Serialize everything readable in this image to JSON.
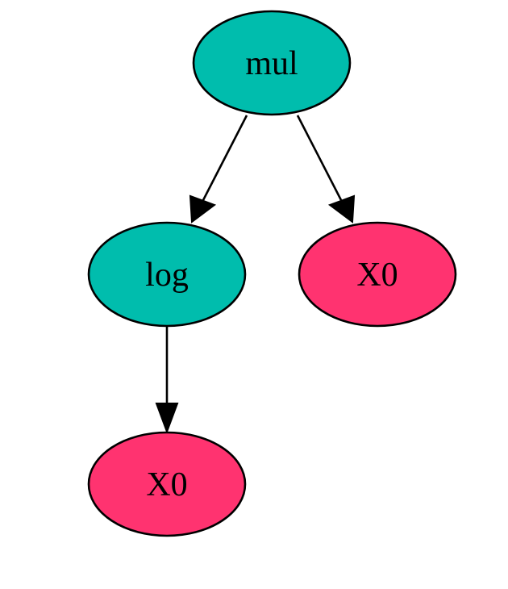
{
  "colors": {
    "operator": "#00bdad",
    "variable": "#ff3370",
    "outline": "#000000"
  },
  "tree": {
    "root": {
      "label": "mul",
      "kind": "operator"
    },
    "left": {
      "label": "log",
      "kind": "operator"
    },
    "right": {
      "label": "X0",
      "kind": "variable"
    },
    "left_child": {
      "label": "X0",
      "kind": "variable"
    }
  },
  "edges": [
    {
      "from": "root",
      "to": "left"
    },
    {
      "from": "root",
      "to": "right"
    },
    {
      "from": "left",
      "to": "left_child"
    }
  ]
}
